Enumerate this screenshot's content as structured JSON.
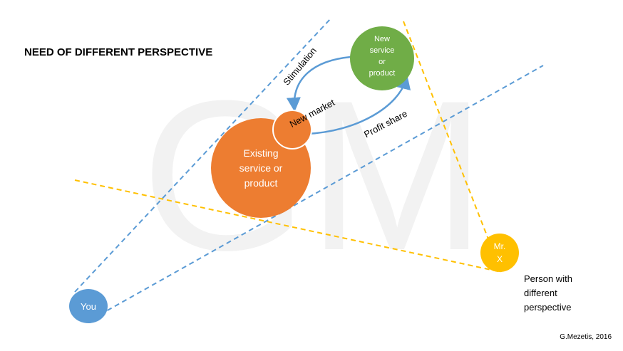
{
  "title": "NEED OF DIFFERENT PERSPECTIVE",
  "watermark": "GM",
  "credit": "G.Mezetis, 2016",
  "nodes": {
    "you": {
      "label": "You",
      "color": "#5b9bd5"
    },
    "mr_x": {
      "line1": "Mr.",
      "line2": "X",
      "color": "#ffc000"
    },
    "existing": {
      "line1": "Existing",
      "line2": "service or",
      "line3": "product",
      "color": "#ed7d31"
    },
    "new_market": {
      "label": "New market",
      "color": "#ed7d31"
    },
    "new_service": {
      "line1": "New",
      "line2": "service",
      "line3": "or",
      "line4": "product",
      "color": "#70ad47"
    }
  },
  "arrows": {
    "stimulation": "Stimulation",
    "profit_share": "Profit share"
  },
  "person_note": {
    "line1": "Person with",
    "line2": "different",
    "line3": "perspective"
  },
  "colors": {
    "blue_line": "#5b9bd5",
    "yellow_line": "#ffc000",
    "arrow": "#5b9bd5",
    "text": "#000000",
    "watermark": "#f2f2f2"
  }
}
